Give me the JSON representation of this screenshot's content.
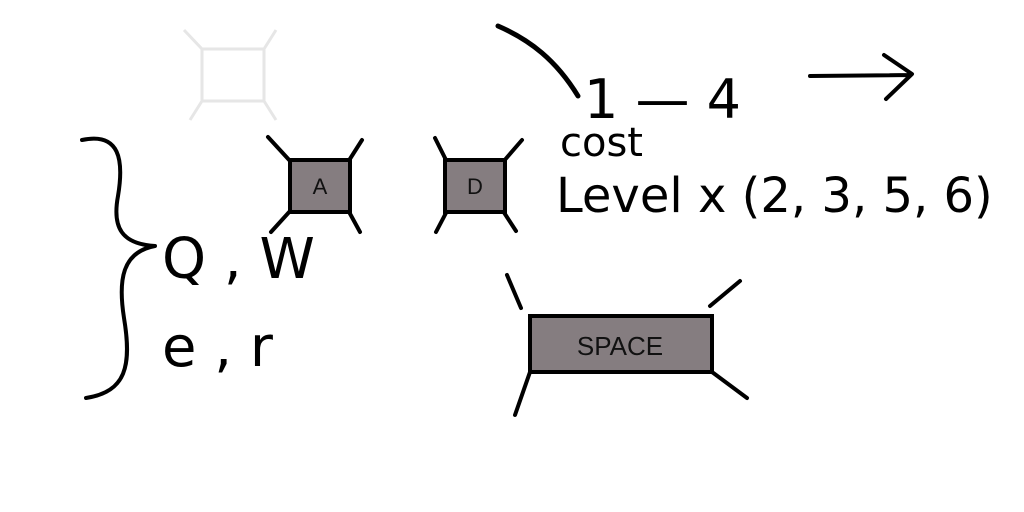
{
  "keys": {
    "a": {
      "label": "A"
    },
    "d": {
      "label": "D"
    },
    "space": {
      "label": "SPACE"
    }
  },
  "notes": {
    "ability_keys_row1": "Q , W",
    "ability_keys_row2": "e , r",
    "level_range": "1 — 4",
    "cost_label": "cost",
    "cost_formula": "Level x (2, 3, 5, 6)"
  },
  "colors": {
    "key_fill": "#857d80",
    "ink": "#000000",
    "faded_key": "#e6e6e6"
  },
  "icons": {
    "arrow": "right-arrow-icon",
    "brace": "right-brace-icon",
    "faded_key": "faded-key-icon"
  }
}
